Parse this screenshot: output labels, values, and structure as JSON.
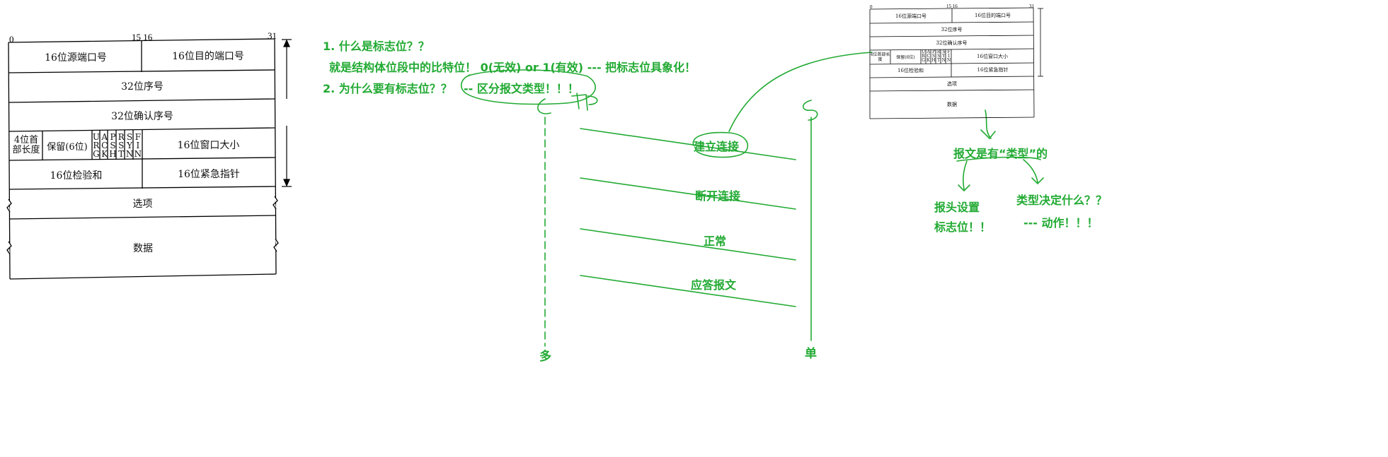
{
  "header_left": {
    "bit0": "0",
    "bit15_16": "15 16",
    "bit31": "31"
  },
  "header_right": {
    "bit0": "0",
    "bit15_16": "15 16",
    "bit31": "31"
  },
  "tcp_header": {
    "src_port": "16位源端口号",
    "dst_port": "16位目的端口号",
    "seq": "32位序号",
    "ack": "32位确认序号",
    "hdr_len": "4位首部长度",
    "reserved": "保留(6位)",
    "flags": [
      "URG",
      "ACK",
      "PSH",
      "RST",
      "SYN",
      "FIN"
    ],
    "window": "16位窗口大小",
    "checksum": "16位检验和",
    "urgent": "16位紧急指针",
    "options": "选项",
    "data": "数据"
  },
  "notes": {
    "q1": "1. 什么是标志位？？",
    "a1": "就是结构体位段中的比特位！ 0(无效) or 1(有效) --- 把标志位具象化！",
    "q2": "2. 为什么要有标志位？？",
    "a2": "-- 区分报文类型！！！"
  },
  "arrows": [
    "建立连接",
    "断开连接",
    "正常",
    "应答报文"
  ],
  "side_labels": {
    "many": "多",
    "single": "单"
  },
  "right_notes": {
    "typed": "报文是有“类型”的",
    "set_flag_1": "报头设置",
    "set_flag_2": "标志位！！",
    "type_decides": "类型决定什么？？",
    "action": "--- 动作！！！"
  },
  "colors": {
    "green": "#22aa33",
    "line": "#000000"
  }
}
